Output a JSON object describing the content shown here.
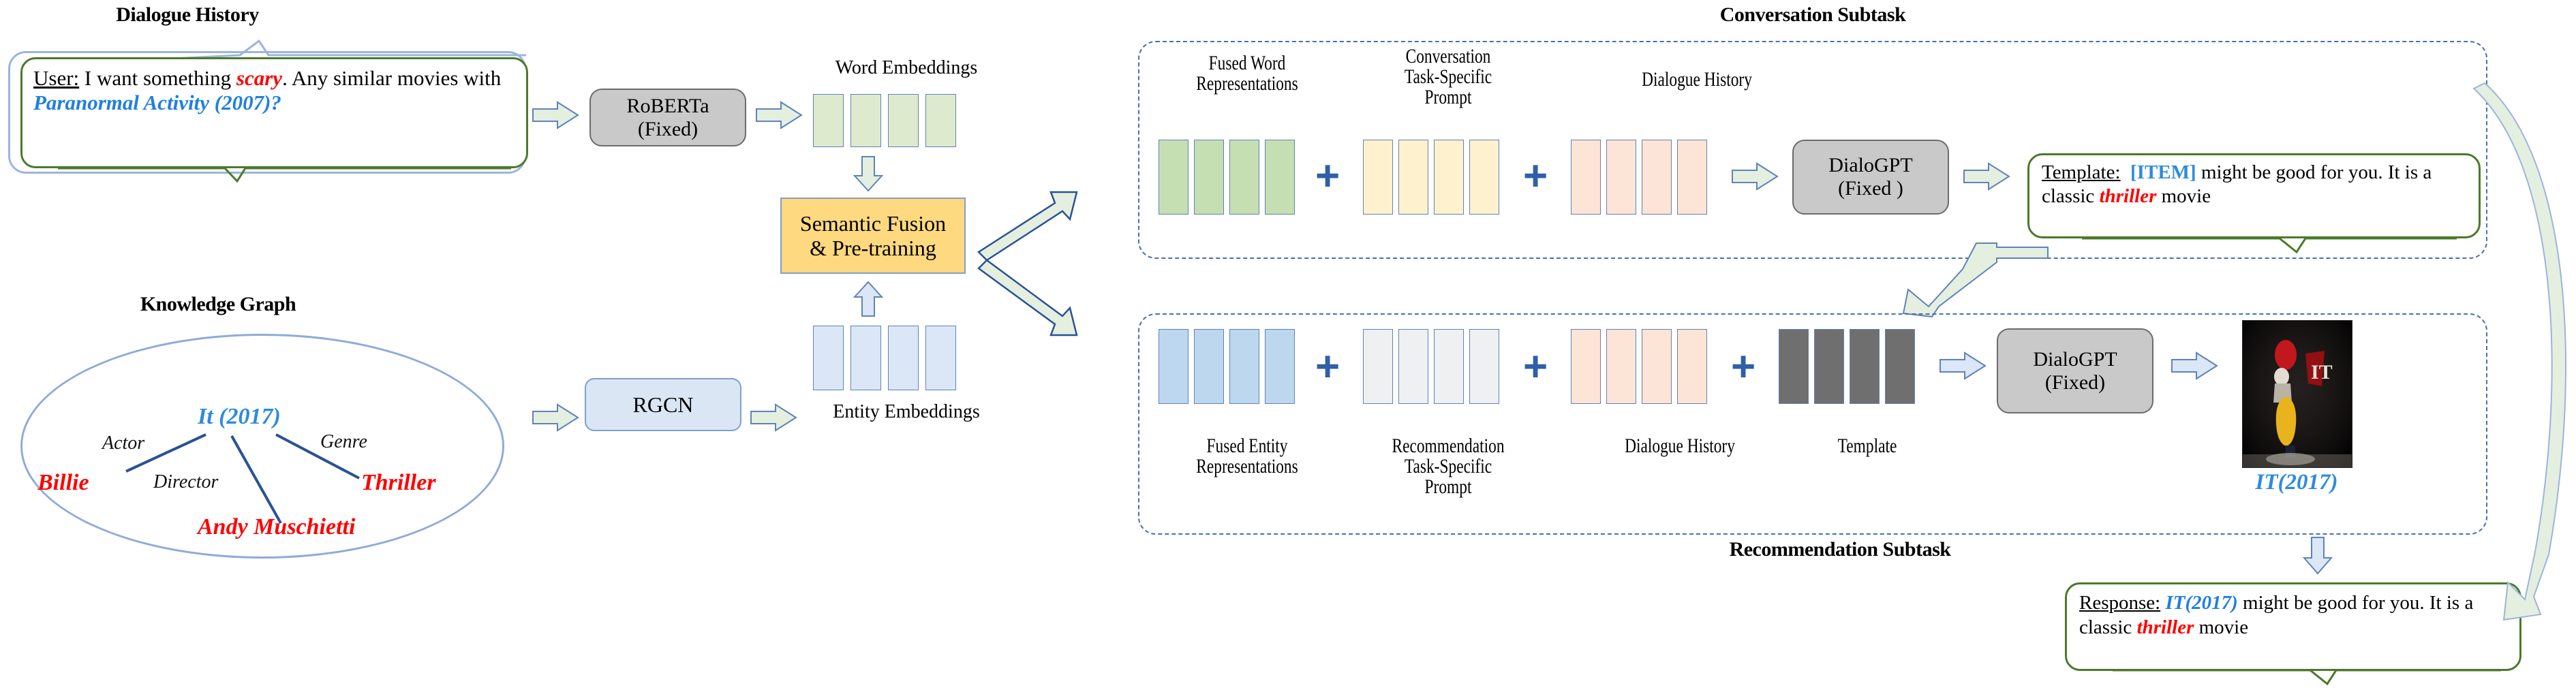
{
  "titles": {
    "dialogue_history": "Dialogue History",
    "knowledge_graph": "Knowledge Graph",
    "conversation_subtask": "Conversation Subtask",
    "recommendation_subtask": "Recommendation Subtask"
  },
  "user_bubble": {
    "speaker": "User:",
    "text_1": " I want something ",
    "em_scary": "scary",
    "text_2": ". Any similar movies with ",
    "em_movie": "Paranormal Activity (2007)?"
  },
  "knowledge_graph": {
    "center_node": "It (2017)",
    "relations": [
      {
        "label": "Actor",
        "target": "Billie"
      },
      {
        "label": "Genre",
        "target": "Thriller"
      },
      {
        "label": "Director",
        "target": "Andy Muschietti"
      }
    ],
    "nodes": [
      "It (2017)",
      "Billie",
      "Thriller",
      "Andy Muschietti"
    ]
  },
  "encoders": {
    "text_encoder_line1": "RoBERTa",
    "text_encoder_line2": "(Fixed)",
    "graph_encoder": "RGCN",
    "word_embeddings_label": "Word Embeddings",
    "entity_embeddings_label": "Entity Embeddings"
  },
  "fusion": {
    "line1": "Semantic Fusion",
    "line2": "& Pre-training"
  },
  "conversation": {
    "fused_label_l1": "Fused Word",
    "fused_label_l2": "Representations",
    "prompt_label_l1": "Conversation",
    "prompt_label_l2": "Task-Specific",
    "prompt_label_l3": "Prompt",
    "history_label": "Dialogue History",
    "plus": "+",
    "decoder_l1": "DialoGPT",
    "decoder_l2": "(Fixed )",
    "template": {
      "prefix": "Template:",
      "item": "[ITEM]",
      "text_1": " might be good for you.  It is a classic ",
      "em_genre": "thriller",
      "text_2": " movie"
    }
  },
  "recommendation": {
    "fused_label_l1": "Fused Entity",
    "fused_label_l2": "Representations",
    "prompt_label_l1": "Recommendation",
    "prompt_label_l2": "Task-Specific",
    "prompt_label_l3": "Prompt",
    "history_label": "Dialogue History",
    "template_label": "Template",
    "plus": "+",
    "decoder_l1": "DialoGPT",
    "decoder_l2": "(Fixed)",
    "item_caption": "IT(2017)"
  },
  "response": {
    "prefix": "Response:",
    "item": "IT(2017)",
    "text_1": " might be good for you.  It is a classic ",
    "em_genre": "thriller",
    "text_2": " movie"
  },
  "colors": {
    "green_bar": "#c5dfb3",
    "blue_bar": "#bdd7ee",
    "yellow_bar": "#fdf2cd",
    "pink_bar": "#fce4d6",
    "grey_bar": "#6f6f6f",
    "white_bar": "#eef0f2",
    "accent_blue": "#2f5fa8",
    "red": "#ff0000",
    "link_blue": "#1f7fe0",
    "fusion_yellow": "#ffd97f",
    "panel_border": "#4a6fae"
  },
  "chart_data": {
    "type": "table",
    "title": "Prompt-based CRS architecture",
    "blocks": [
      {
        "name": "Word Embeddings",
        "bars": 4,
        "color": "#ddeacd"
      },
      {
        "name": "Entity Embeddings",
        "bars": 4,
        "color": "#dbe7f6"
      },
      {
        "name": "Fused Word Representations",
        "bars": 4,
        "color": "#c5dfb3"
      },
      {
        "name": "Conversation Task-Specific Prompt",
        "bars": 4,
        "color": "#fdf2cd"
      },
      {
        "name": "Dialogue History (conversation)",
        "bars": 4,
        "color": "#fce4d6"
      },
      {
        "name": "Fused Entity Representations",
        "bars": 4,
        "color": "#bdd7ee"
      },
      {
        "name": "Recommendation Task-Specific Prompt",
        "bars": 4,
        "color": "#eef0f2"
      },
      {
        "name": "Dialogue History (recommendation)",
        "bars": 4,
        "color": "#fce4d6"
      },
      {
        "name": "Template",
        "bars": 4,
        "color": "#6f6f6f"
      }
    ]
  }
}
